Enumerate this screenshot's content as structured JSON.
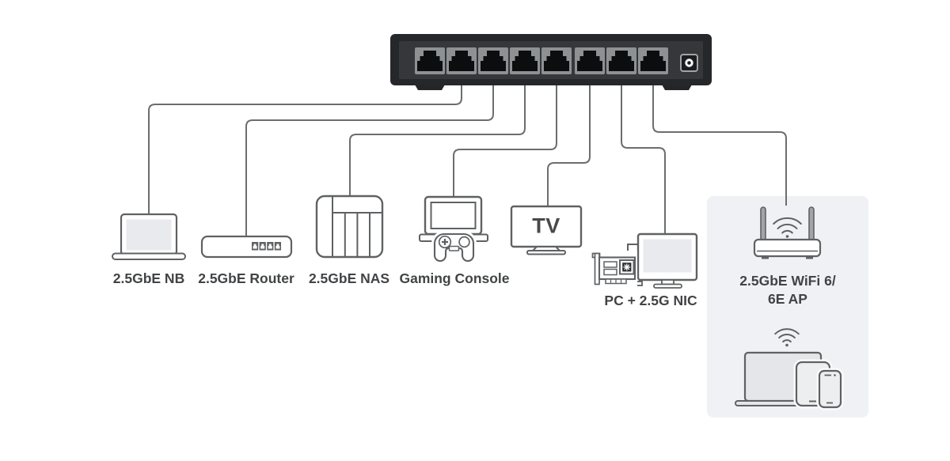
{
  "diagram": {
    "subject": "8-port 2.5GbE switch connectivity diagram"
  },
  "switch": {
    "port_count": 8,
    "has_power_connector": true
  },
  "devices": [
    {
      "id": "nb",
      "label": "2.5GbE NB"
    },
    {
      "id": "router",
      "label": "2.5GbE Router"
    },
    {
      "id": "nas",
      "label": "2.5GbE NAS"
    },
    {
      "id": "gaming-console",
      "label": "Gaming Console"
    },
    {
      "id": "tv",
      "label": "TV"
    },
    {
      "id": "pc",
      "label": "PC + 2.5G NIC"
    },
    {
      "id": "wifi-ap",
      "label_line1": "2.5GbE WiFi 6/",
      "label_line2": "6E AP"
    }
  ],
  "colors": {
    "background": "#ffffff",
    "outline": "#5f6163",
    "cable": "#6b6d6f",
    "screen_fill": "#e9eaed",
    "switch_frame": "#26272a",
    "switch_face": "#35373a",
    "port_bezel": "#8e9193",
    "port_opening": "#0c0d0e",
    "panel_background": "#f0f1f4",
    "label_text": "#414345"
  }
}
